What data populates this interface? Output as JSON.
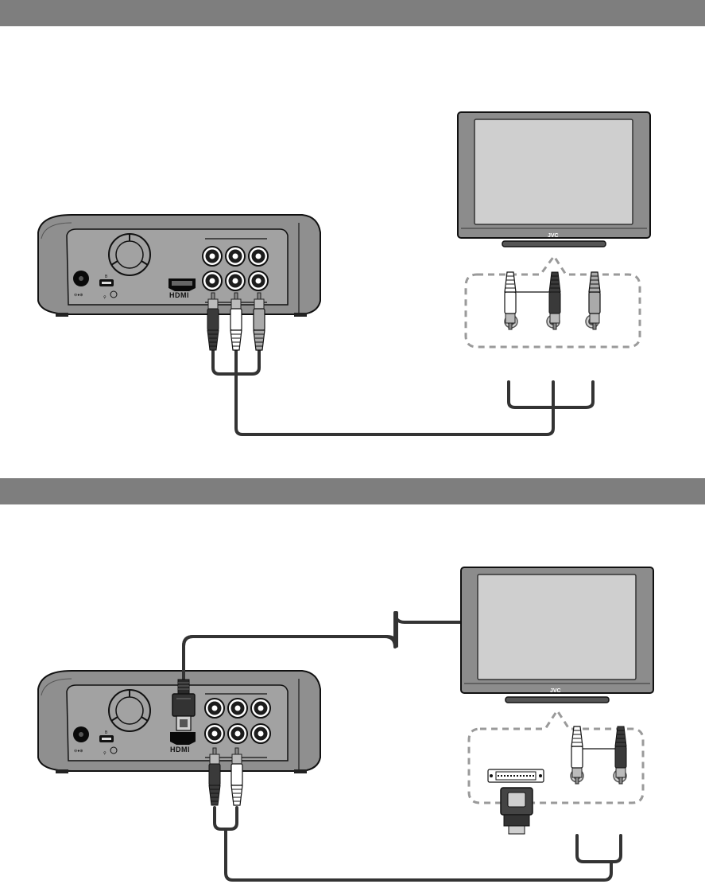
{
  "sections": [
    {
      "id": "component-connection",
      "tv_brand": "JVC",
      "player_port_label": "HDMI"
    },
    {
      "id": "dvi-connection",
      "tv_brand": "JVC",
      "player_port_label": "HDMI"
    }
  ],
  "colors": {
    "header_band": "#7e7e7e",
    "cable": "#333333",
    "device_body": "#8f8f8f",
    "tv_screen": "#cfcfcf",
    "callout_dash": "#9a9a9a"
  },
  "icons": [
    "usb-icon",
    "dc-power-icon"
  ]
}
